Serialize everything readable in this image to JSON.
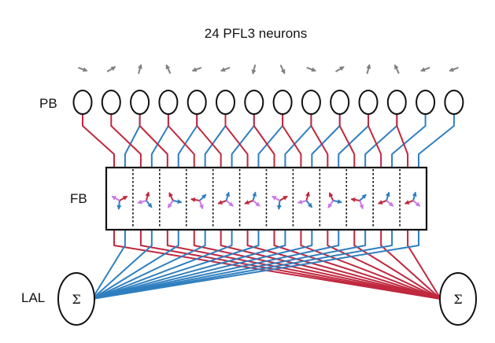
{
  "title": "24 PFL3 neurons",
  "region_labels": {
    "pb": "PB",
    "fb": "FB",
    "lal": "LAL"
  },
  "sum_symbol": "Σ",
  "colors": {
    "left_neurons": "#c0283f",
    "right_neurons": "#2f7fbf",
    "arrow_purple": "#c77ae6",
    "gray_arrows": "#7f7f7f",
    "outline": "#111111"
  },
  "pb_glomeruli_count": 14,
  "fb_columns_count": 12,
  "pb_direction_icons": [
    "arrow-right-down-icon",
    "arrow-right-up-icon",
    "arrow-up-icon",
    "arrow-up-left-icon",
    "arrow-left-down-icon",
    "arrow-left-down-icon",
    "arrow-down-icon",
    "arrow-down-right-icon",
    "arrow-right-down-icon",
    "arrow-right-up-icon",
    "arrow-up-icon",
    "arrow-up-left-icon",
    "arrow-left-down-icon",
    "arrow-left-down-icon"
  ]
}
